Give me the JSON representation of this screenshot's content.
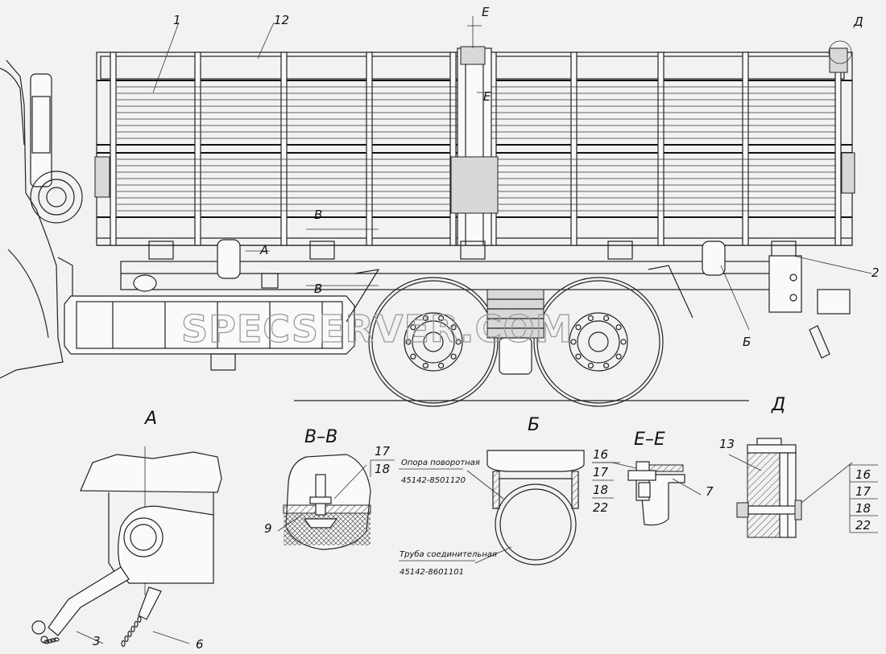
{
  "watermark": "SPECSERVER.COM",
  "section_marks": {
    "e_top": "Е",
    "e_mid": "Е",
    "d_top": "Д",
    "a_side": "А",
    "v_top": "В",
    "v_bot": "В",
    "b_side": "Б"
  },
  "view_titles": {
    "a": "А",
    "vv": "В–В",
    "b": "Б",
    "ee": "Е–Е",
    "d": "Д"
  },
  "callouts": {
    "n1": "1",
    "n12": "12",
    "n2": "2",
    "n3": "3",
    "n6": "6",
    "vv_17": "17",
    "vv_18": "18",
    "vv_9": "9",
    "b_16": "16",
    "b_17": "17",
    "b_18": "18",
    "b_22": "22",
    "ee_7": "7",
    "d_13": "13",
    "d_16": "16",
    "d_17": "17",
    "d_18": "18",
    "d_22": "22"
  },
  "notes": {
    "support_name": "Опора поворотная",
    "support_code": "45142-8501120",
    "pipe_name": "Труба соединительная",
    "pipe_code": "45142-8601101"
  }
}
